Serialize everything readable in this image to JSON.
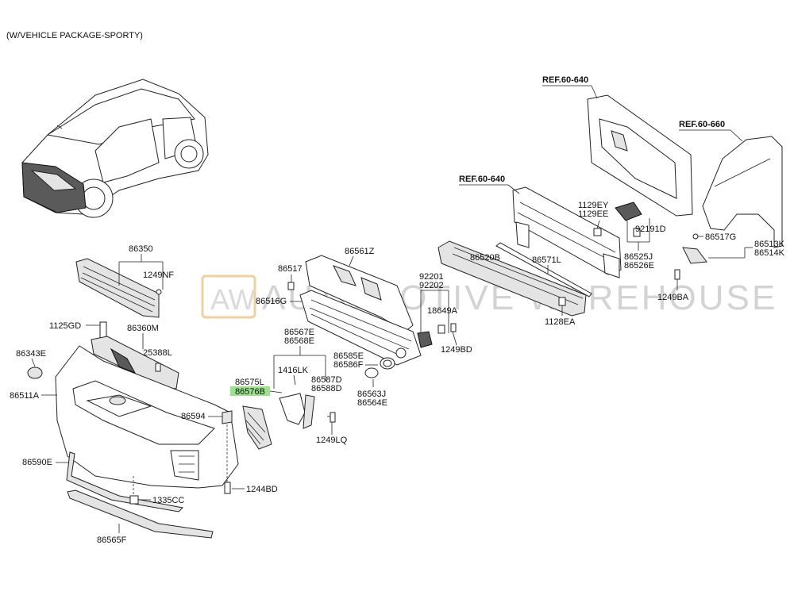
{
  "header": {
    "variant": "(W/VEHICLE PACKAGE-SPORTY)"
  },
  "watermark": {
    "badge": "AW",
    "text": "AUTOMOTIVE WAREHOUSE"
  },
  "references": {
    "ref1": "REF.60-640",
    "ref2": "REF.60-660",
    "ref3": "REF.60-640"
  },
  "parts": {
    "p86350": "86350",
    "p1249NF": "1249NF",
    "p1125GD": "1125GD",
    "p86360M": "86360M",
    "p86343E": "86343E",
    "p25388L": "25388L",
    "p86511A": "86511A",
    "p86594": "86594",
    "p86590E": "86590E",
    "p1335CC": "1335CC",
    "p1244BD": "1244BD",
    "p86565F": "86565F",
    "p86517": "86517",
    "p86561Z": "86561Z",
    "p86516G": "86516G",
    "p86567E": "86567E",
    "p86568E": "86568E",
    "p1416LK": "1416LK",
    "p86575L": "86575L",
    "p86576B": "86576B",
    "p86587D": "86587D",
    "p86588D": "86588D",
    "p1249LQ": "1249LQ",
    "p86585E": "86585E",
    "p86586F": "86586F",
    "p86563J": "86563J",
    "p86564E": "86564E",
    "p92201": "92201",
    "p92202": "92202",
    "p18649A": "18649A",
    "p1249BD": "1249BD",
    "p86520B": "86520B",
    "p86571L": "86571L",
    "p1128EA": "1128EA",
    "p1129EY": "1129EY",
    "p1129EE": "1129EE",
    "p92191D": "92191D",
    "p86525J": "86525J",
    "p86526E": "86526E",
    "p86517G": "86517G",
    "p86513K": "86513K",
    "p86514K": "86514K",
    "p1249BA": "1249BA"
  },
  "highlight": {
    "color": "#9be28c"
  }
}
